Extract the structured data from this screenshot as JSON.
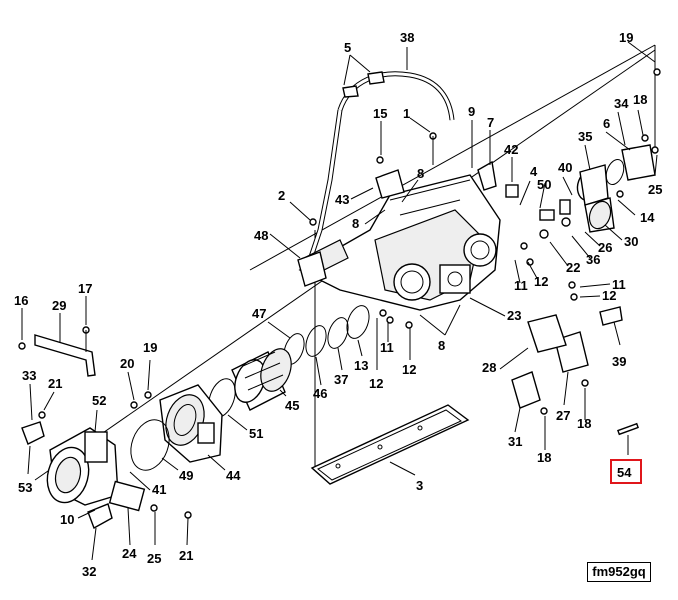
{
  "figure_id": "fm952gq",
  "highlighted_callout": "54",
  "highlight_color": "#e0161b",
  "callouts": {
    "c1": "1",
    "c2": "2",
    "c3": "3",
    "c4": "4",
    "c5": "5",
    "c6": "6",
    "c7": "7",
    "c8a": "8",
    "c8b": "8",
    "c8c": "8",
    "c9": "9",
    "c10": "10",
    "c11a": "11",
    "c11b": "11",
    "c11c": "11",
    "c12a": "12",
    "c12b": "12",
    "c12c": "12",
    "c12d": "12",
    "c13": "13",
    "c14": "14",
    "c15": "15",
    "c16": "16",
    "c17": "17",
    "c18a": "18",
    "c18b": "18",
    "c18c": "18",
    "c19a": "19",
    "c19b": "19",
    "c20": "20",
    "c21a": "21",
    "c21b": "21",
    "c22": "22",
    "c23": "23",
    "c24": "24",
    "c25a": "25",
    "c25b": "25",
    "c26": "26",
    "c27": "27",
    "c28": "28",
    "c29": "29",
    "c30": "30",
    "c31": "31",
    "c32": "32",
    "c33": "33",
    "c34": "34",
    "c35": "35",
    "c36": "36",
    "c37": "37",
    "c38": "38",
    "c39": "39",
    "c40": "40",
    "c41": "41",
    "c42": "42",
    "c43": "43",
    "c44": "44",
    "c45": "45",
    "c46": "46",
    "c47": "47",
    "c48": "48",
    "c49": "49",
    "c50": "50",
    "c51": "51",
    "c52": "52",
    "c53": "53",
    "c54": "54"
  }
}
